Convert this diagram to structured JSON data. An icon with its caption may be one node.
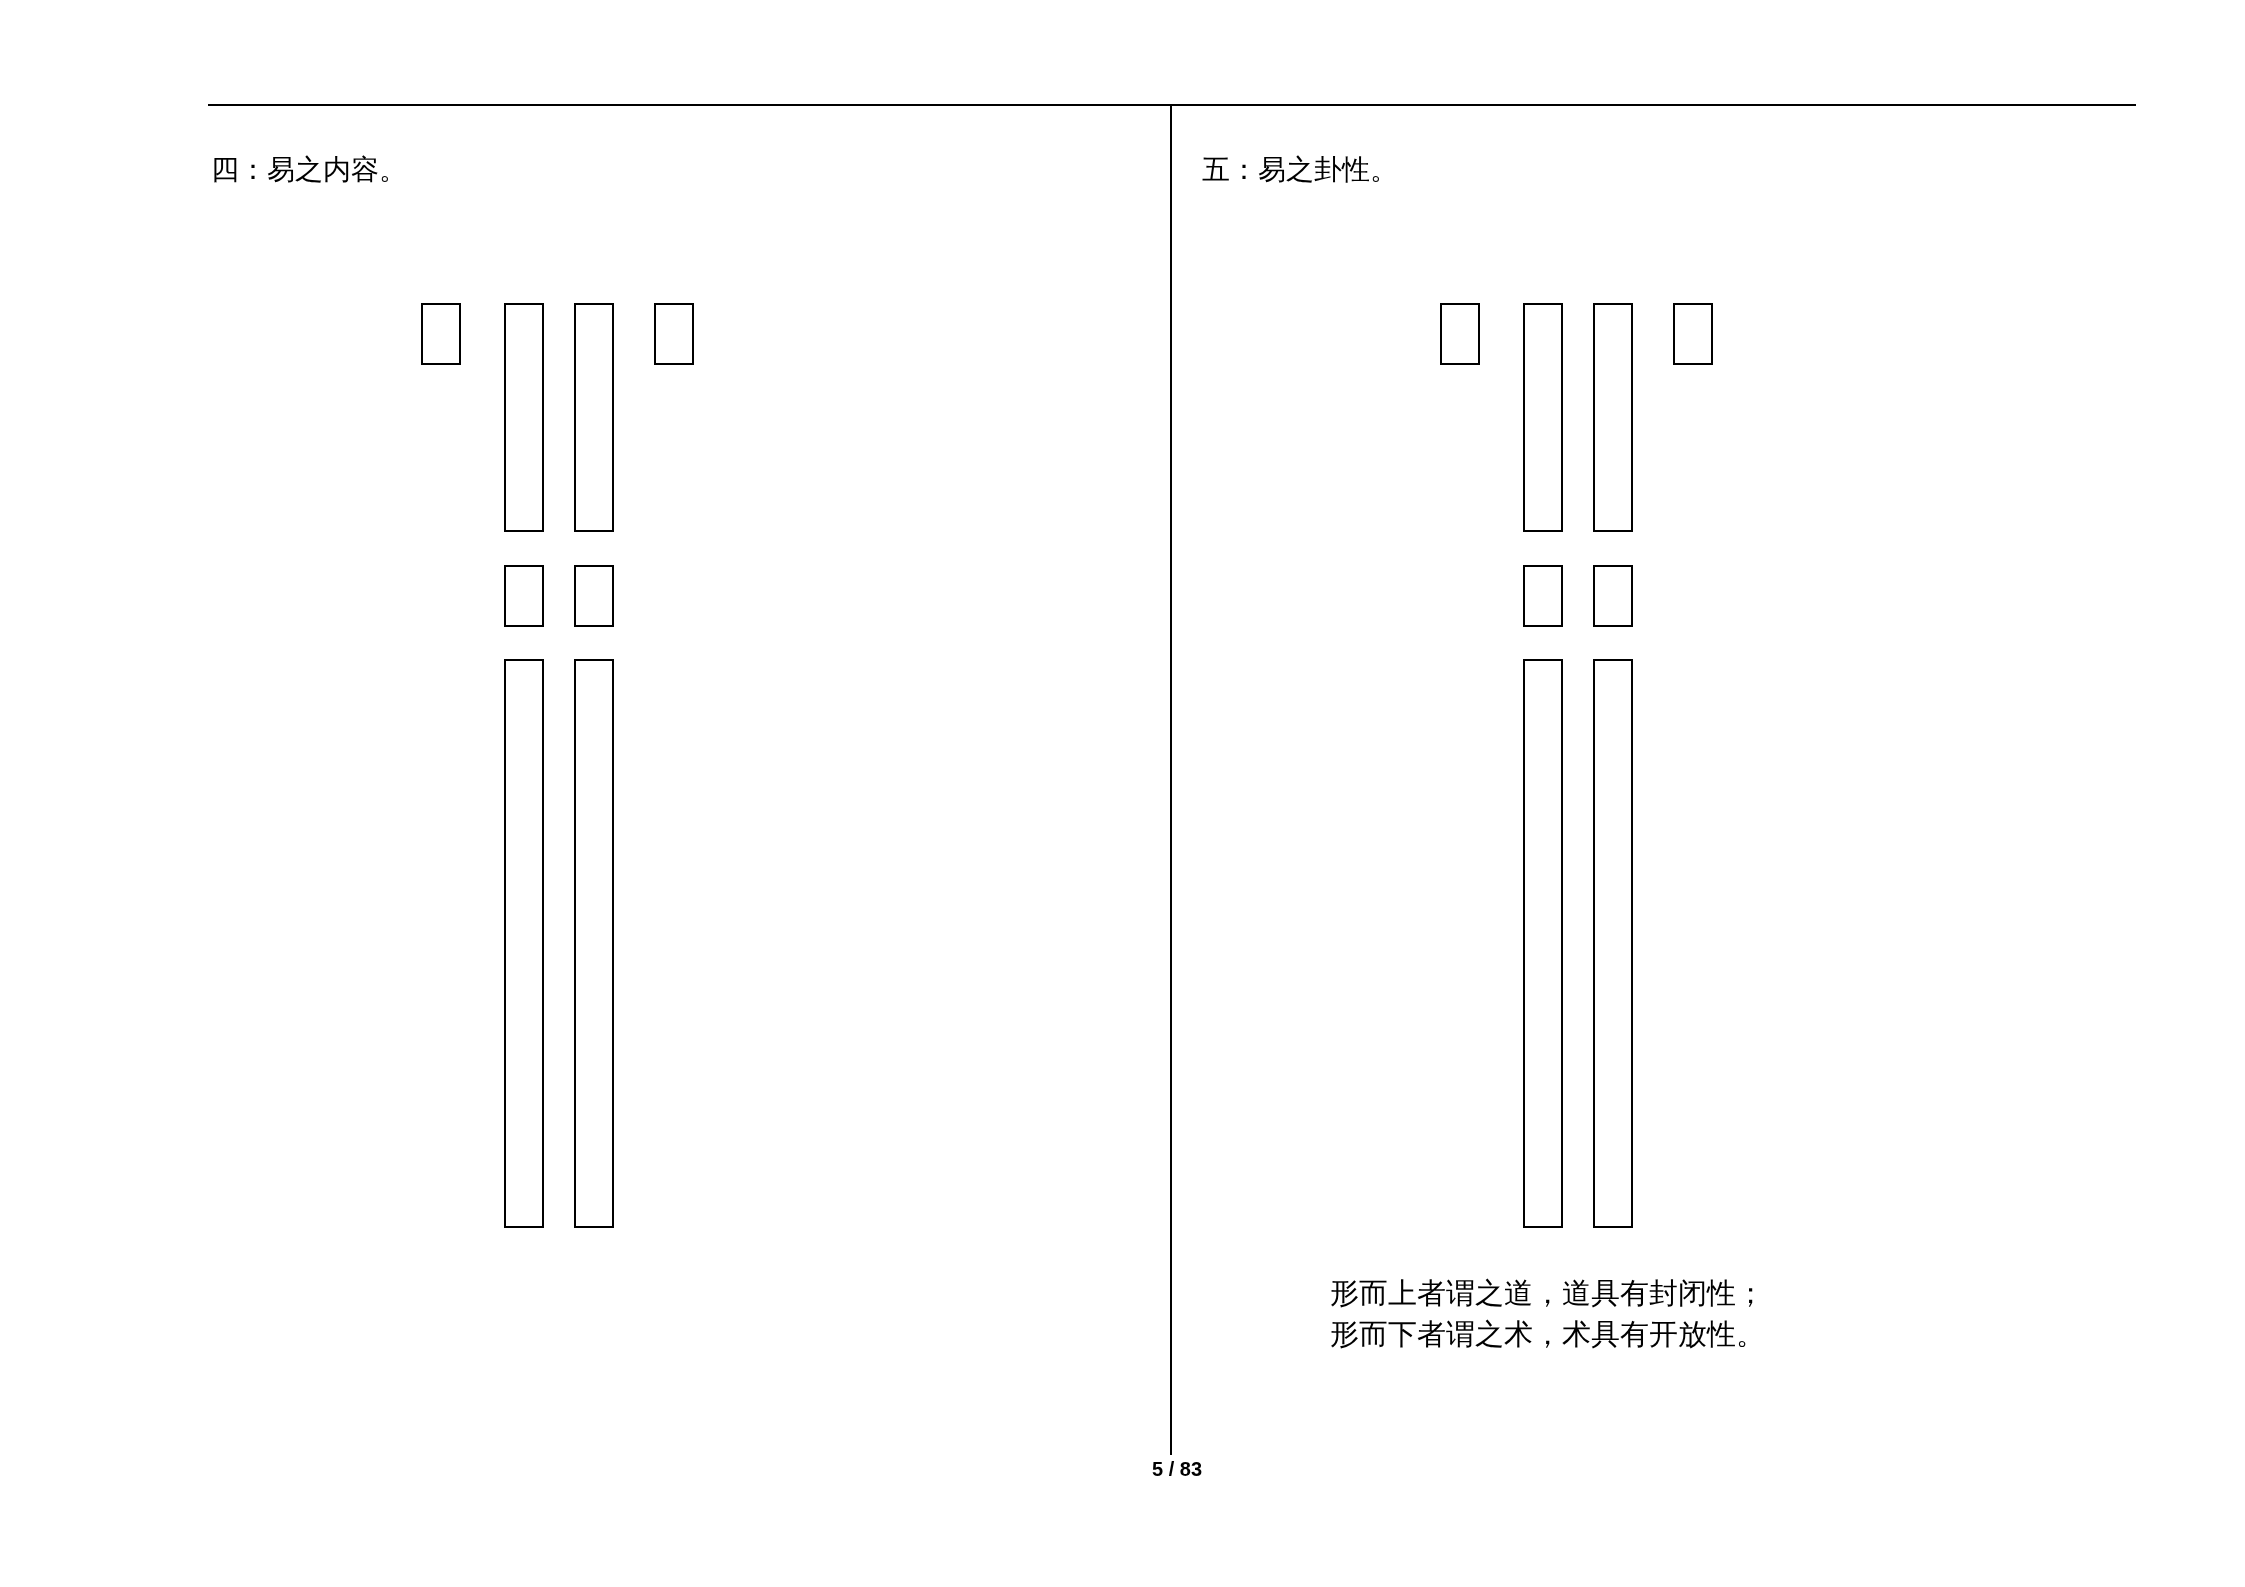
{
  "diagram": {
    "nodes": [
      {
        "text": [],
        "shape": "box"
      },
      {
        "text": [],
        "shape": "box"
      },
      {
        "text": [],
        "shape": "box"
      },
      {
        "text": [],
        "shape": "box"
      },
      {
        "text": [],
        "shape": "box"
      },
      {
        "text": [],
        "shape": "box"
      },
      {
        "text": [],
        "shape": "box"
      },
      {
        "text": [],
        "shape": "box"
      },
      {
        "text": [],
        "shape": "box"
      },
      {
        "text": [],
        "shape": "box"
      },
      {
        "text": [],
        "shape": "box"
      },
      {
        "text": [],
        "shape": "box"
      },
      {
        "text": [],
        "shape": "box"
      },
      {
        "text": [],
        "shape": "box"
      },
      {
        "text": [],
        "shape": "box"
      },
      {
        "text": [],
        "shape": "box"
      }
    ],
    "labels": [
      "四：易之内容。",
      "五：易之卦性。",
      "形而上者谓之道，道具有封闭性；",
      "形而下者谓之术，术具有开放性。",
      "5 / 83"
    ]
  }
}
